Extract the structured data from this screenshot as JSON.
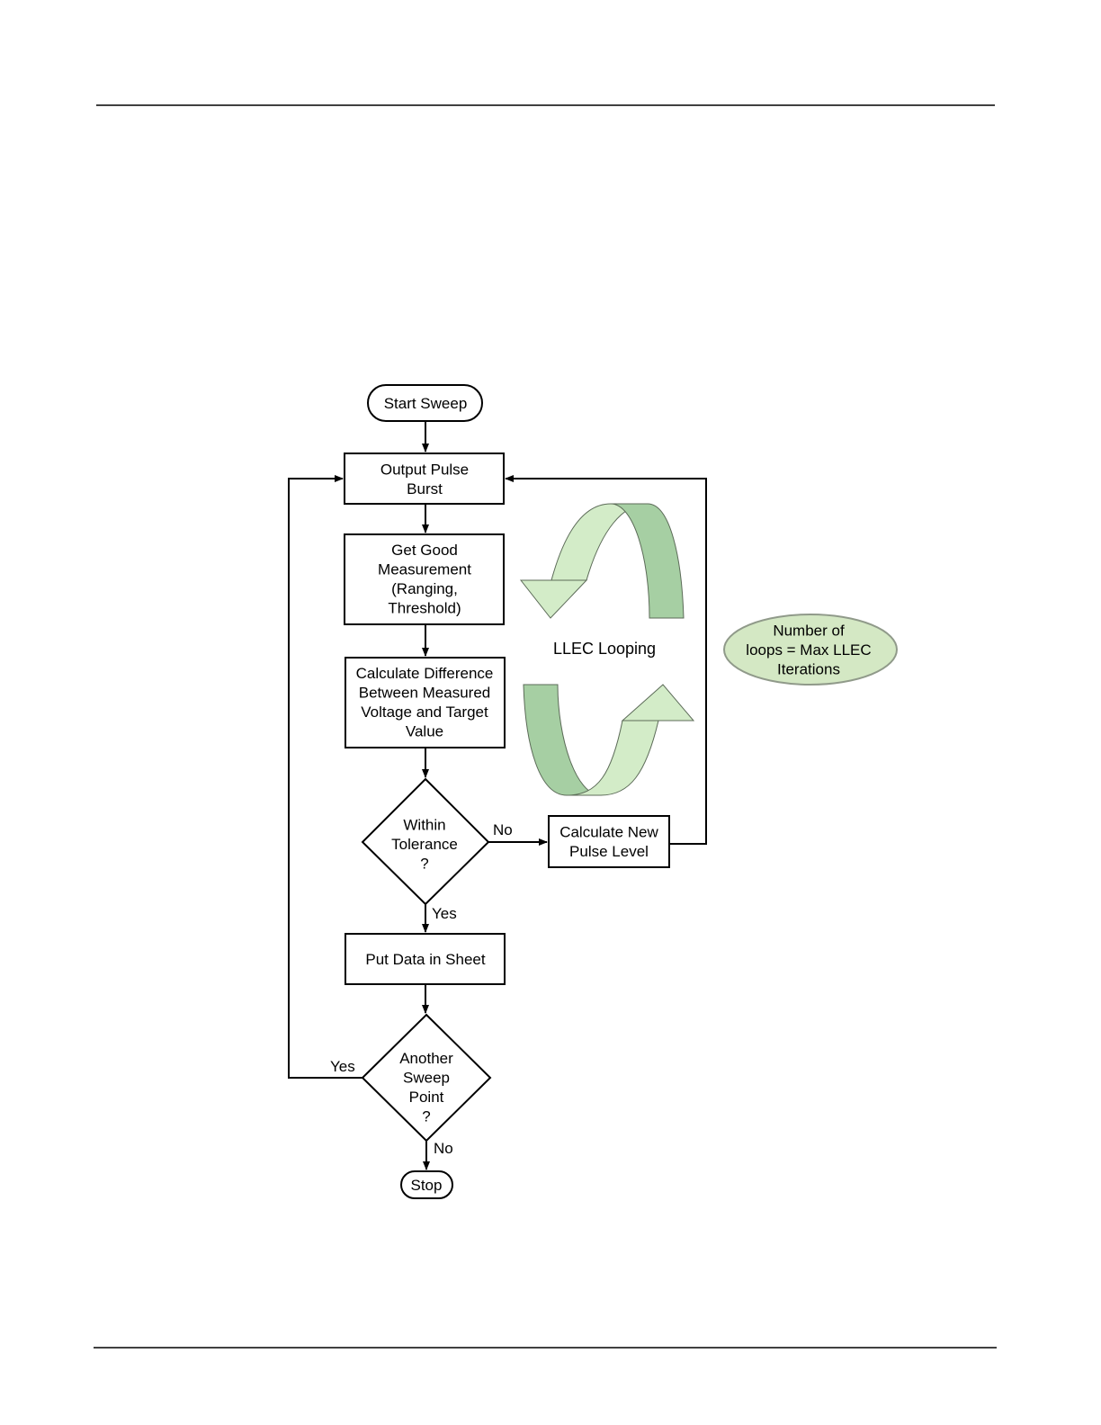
{
  "diagram": {
    "nodes": {
      "start": [
        "Start Sweep"
      ],
      "output_pulse": [
        "Output Pulse",
        "Burst"
      ],
      "get_measurement": [
        "Get Good",
        "Measurement",
        "(Ranging,",
        "Threshold)"
      ],
      "calc_difference": [
        "Calculate Difference",
        "Between Measured",
        "Voltage and Target",
        "Value"
      ],
      "within_tolerance": [
        "Within",
        "Tolerance",
        "?"
      ],
      "calc_new_pulse": [
        "Calculate New",
        "Pulse Level"
      ],
      "put_data": [
        "Put Data in Sheet"
      ],
      "another_point": [
        "Another",
        "Sweep",
        "Point",
        "?"
      ],
      "stop": [
        "Stop"
      ]
    },
    "edge_labels": {
      "tolerance_no": "No",
      "tolerance_yes": "Yes",
      "another_yes": "Yes",
      "another_no": "No"
    },
    "loop_label": "LLEC Looping",
    "note": [
      "Number of",
      "loops = Max LLEC",
      "Iterations"
    ]
  },
  "colors": {
    "arrow_light_green": "#d3ecc8",
    "arrow_dark_green": "#a6cfa3",
    "note_fill": "#d4e8c4",
    "note_stroke": "#909a8a",
    "line": "#000000"
  }
}
